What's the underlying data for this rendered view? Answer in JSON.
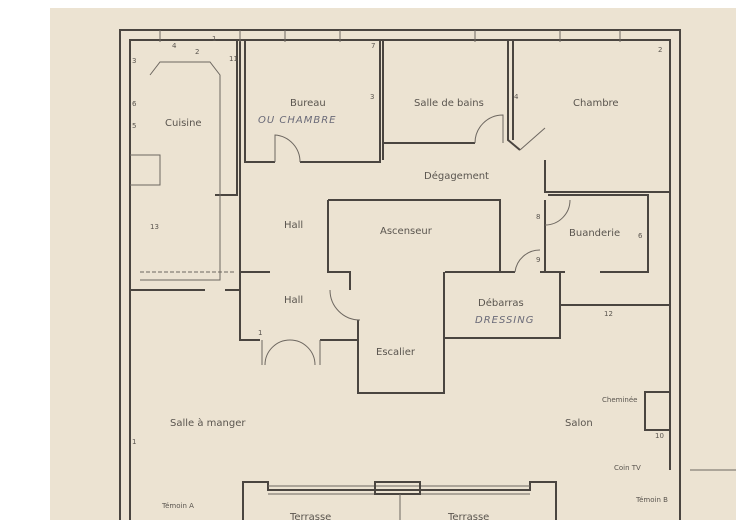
{
  "rooms": {
    "cuisine": "Cuisine",
    "bureau": "Bureau",
    "bureau_note": "OU CHAMBRE",
    "salle_de_bains": "Salle de bains",
    "chambre": "Chambre",
    "degagement": "Dégagement",
    "hall_1": "Hall",
    "hall_2": "Hall",
    "ascenseur": "Ascenseur",
    "buanderie": "Buanderie",
    "debarras": "Débarras",
    "debarras_note": "DRESSING",
    "escalier": "Escalier",
    "salle_a_manger": "Salle à manger",
    "salon": "Salon",
    "cheminee": "Cheminée",
    "coin_tv": "Coin TV",
    "terrasse_1": "Terrasse",
    "terrasse_2": "Terrasse"
  },
  "markers": {
    "temoin_a": "Témoin A",
    "temoin_b": "Témoin B"
  },
  "points": [
    "1",
    "2",
    "3",
    "4",
    "5",
    "6",
    "7",
    "8",
    "9",
    "10",
    "11",
    "12",
    "13"
  ]
}
